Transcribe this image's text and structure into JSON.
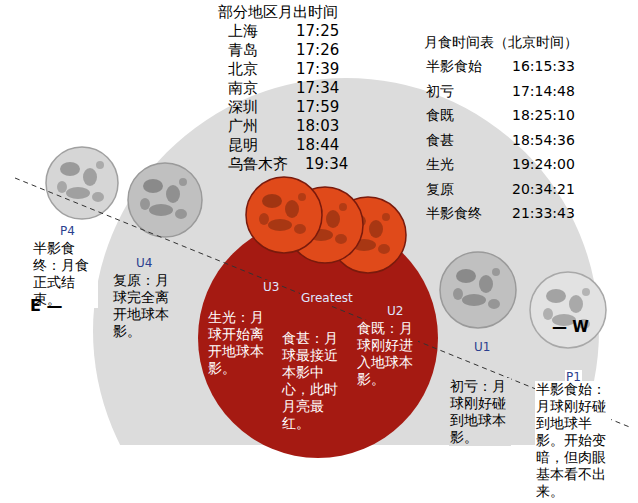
{
  "diagram": {
    "labels": [
      "部分地区月出时间",
      "上海",
      "17:25",
      "青岛",
      "17:26",
      "北京",
      "17:39",
      "南京",
      "17:34",
      "深圳",
      "17:59",
      "广州",
      "18:03",
      "昆明",
      "18:44",
      "乌鲁木齐",
      "19:34",
      "月食时间表（北京时间）",
      "半影食始",
      "16:15:33",
      "初亏",
      "17:14:48",
      "食既",
      "18:25:10",
      "食甚",
      "18:54:36",
      "生光",
      "19:24:00",
      "复原",
      "20:34:21",
      "半影食终",
      "21:33:43",
      "P4",
      "半影食终：月食正式结束。",
      "E —",
      "U4",
      "复原：月球完全离开地球本影。",
      "U3",
      "Greatest",
      "U2",
      "生光：月球开始离开地球本影。",
      "食甚：月球最接近本影中心，此时月亮最红。",
      "食既：月球刚好进入地球本影。",
      "— W",
      "U1",
      "初亏：月球刚好碰到地球本影。",
      "P1",
      "半影食始：月球刚好碰到地球半影。开始变暗，但肉眼基本看不出来。"
    ]
  }
}
